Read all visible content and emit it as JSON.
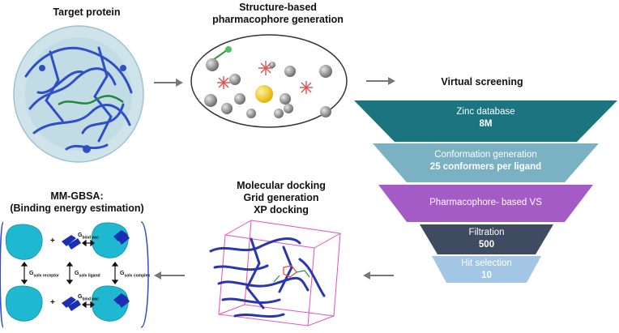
{
  "titles": {
    "target": "Target protein",
    "pharmacophore": "Structure-based\npharmacophore generation",
    "virtual_screening": "Virtual screening",
    "docking": "Molecular docking\nGrid generation\nXP docking",
    "mmgbsa": "MM-GBSA:\n(Binding energy estimation)"
  },
  "funnel": [
    {
      "label": "Zinc database",
      "value": "8M",
      "color": "#1a7580"
    },
    {
      "label": "Conformation generation",
      "value_prefix": "25",
      "value_suffix": " conformers per ligand",
      "color": "#7ab1c3"
    },
    {
      "label": "Pharmacophore- based VS",
      "color": "#a45bc6"
    },
    {
      "label": "Filtration",
      "value": "500",
      "color": "#3e4b60"
    },
    {
      "label": "Hit selection",
      "value": "10",
      "color": "#a2c6e3"
    }
  ],
  "mmgbsa_labels": {
    "g": "G",
    "bind_sub": "bind vac",
    "solv_receptor_sub": "solv receptor",
    "solv_ligand_sub": "solv ligand",
    "solv_complex_sub": "solv complex",
    "plus": "+"
  }
}
